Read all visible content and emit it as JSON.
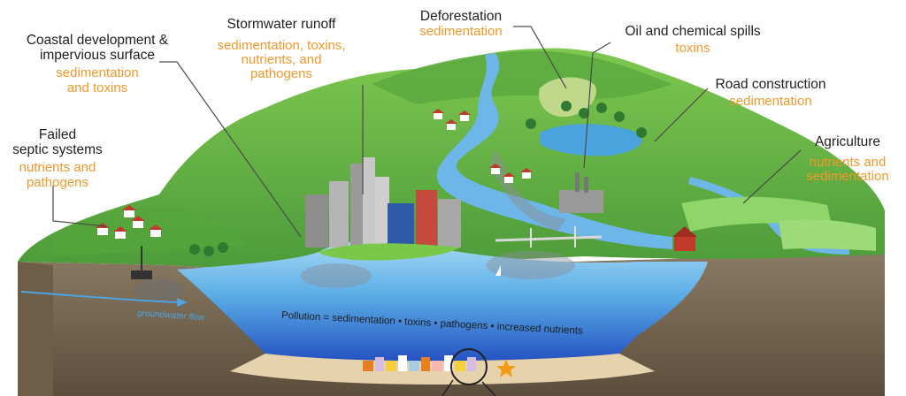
{
  "labels": {
    "coastal": {
      "title_1": "Coastal development &",
      "title_2": "impervious surface",
      "effect_1": "sedimentation",
      "effect_2": "and toxins"
    },
    "stormwater": {
      "title": "Stormwater runoff",
      "effect_1": "sedimentation, toxins,",
      "effect_2": "nutrients, and",
      "effect_3": "pathogens"
    },
    "deforestation": {
      "title": "Deforestation",
      "effect": "sedimentation"
    },
    "oil": {
      "title": "Oil and chemical spills",
      "effect": "toxins"
    },
    "road": {
      "title": "Road construction",
      "effect": "sedimentation"
    },
    "agriculture": {
      "title": "Agriculture",
      "effect_1": "nutrients and",
      "effect_2": "sedimentation"
    },
    "septic": {
      "title_1": "Failed",
      "title_2": "septic systems",
      "effect_1": "nutrients and",
      "effect_2": "pathogens"
    }
  },
  "water": {
    "groundwater": "groundwater flow",
    "pollution": "Pollution = sedimentation • toxins • pathogens • increased nutrients"
  },
  "colors": {
    "effect_text": "#f2982a",
    "title_text": "#1f1f1f",
    "leader_line": "#4a4a4a",
    "grass_light": "#6dbb45",
    "grass_dark": "#3f8a35",
    "water": "#5aaee6",
    "water_deep": "#2f6fcf",
    "soil": "#7a6a55",
    "soil_dark": "#5c4e3c",
    "roof": "#c0392b",
    "sediment_plume": "#8a8f96"
  }
}
